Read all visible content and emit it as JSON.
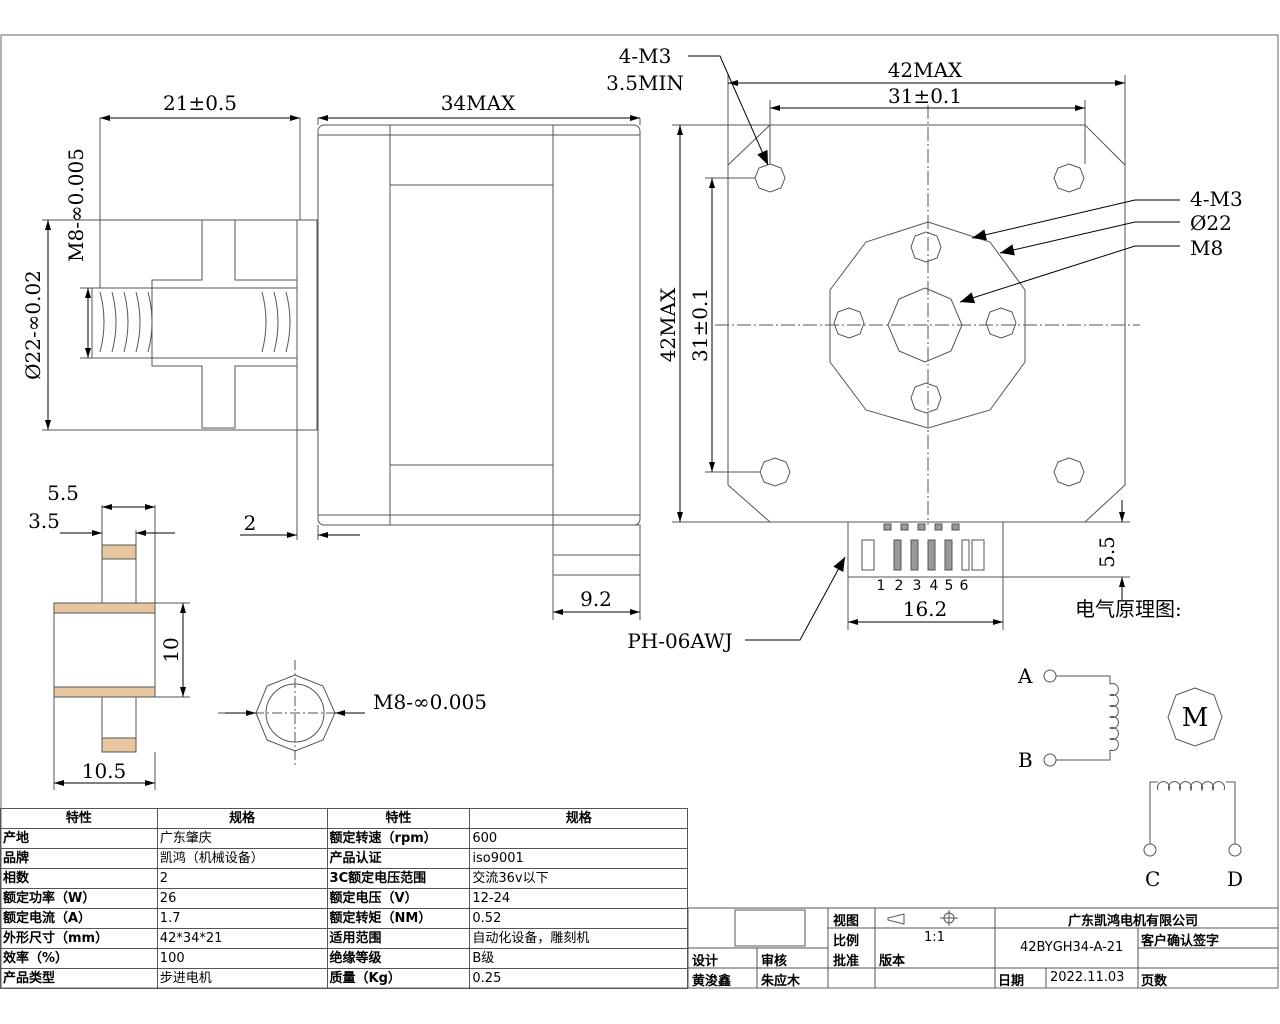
{
  "dims": {
    "front_width": "21±0.5",
    "body_length": "34MAX",
    "front_thread": "M8-∞0.005",
    "front_dia": "Ø22-∞0.02",
    "flange_offset": "2",
    "connector_depth": "9.2",
    "nut_top_a": "5.5",
    "nut_top_b": "3.5",
    "nut_height": "10",
    "nut_width": "10.5",
    "nut_thread": "M8-∞0.005",
    "face_width_max": "42MAX",
    "face_hole_span": "31±0.1",
    "face_height_max": "42MAX",
    "face_hole_span_v": "31±0.1",
    "screw_note_a": "4-M3",
    "screw_note_b": "3.5MIN",
    "callout_m3": "4-M3",
    "callout_dia": "Ø22",
    "callout_m8": "M8",
    "connector_offset": "5.5",
    "connector_width": "16.2",
    "connector_name": "PH-06AWJ",
    "pins": [
      "1",
      "2",
      "3",
      "4",
      "5",
      "6"
    ]
  },
  "schematic": {
    "title": "电气原理图:",
    "phase_a": "A",
    "phase_b": "B",
    "phase_c": "C",
    "phase_d": "D",
    "motor": "M"
  },
  "spec_table": {
    "headers": [
      "特性",
      "规格",
      "特性",
      "规格"
    ],
    "rows": [
      [
        "产地",
        "广东肇庆",
        "额定转速（rpm）",
        "600"
      ],
      [
        "品牌",
        "凯鸿（机械设备）",
        "产品认证",
        "iso9001"
      ],
      [
        "相数",
        "2",
        "3C额定电压范围",
        "交流36v以下"
      ],
      [
        "额定功率（W）",
        "26",
        "额定电压（V）",
        "12-24"
      ],
      [
        "额定电流（A）",
        "1.7",
        "额定转矩（NM）",
        "0.52"
      ],
      [
        "外形尺寸（mm）",
        "42*34*21",
        "适用范围",
        "自动化设备，雕刻机"
      ],
      [
        "效率（%）",
        "100",
        "绝缘等级",
        "B级"
      ],
      [
        "产品类型",
        "步进电机",
        "质量（Kg）",
        "0.25"
      ]
    ]
  },
  "title_block": {
    "view_label": "视图",
    "scale_label": "比例",
    "scale_value": "1:1",
    "company": "广东凯鸿电机有限公司",
    "model": "42BYGH34-A-21",
    "customer_sign": "客户确认签字",
    "design_label": "设计",
    "review_label": "审核",
    "approve_label": "批准",
    "version_label": "版本",
    "designer": "黄浚鑫",
    "reviewer": "朱应木",
    "date_label": "日期",
    "date_value": "2022.11.03",
    "pages_label": "页数"
  }
}
